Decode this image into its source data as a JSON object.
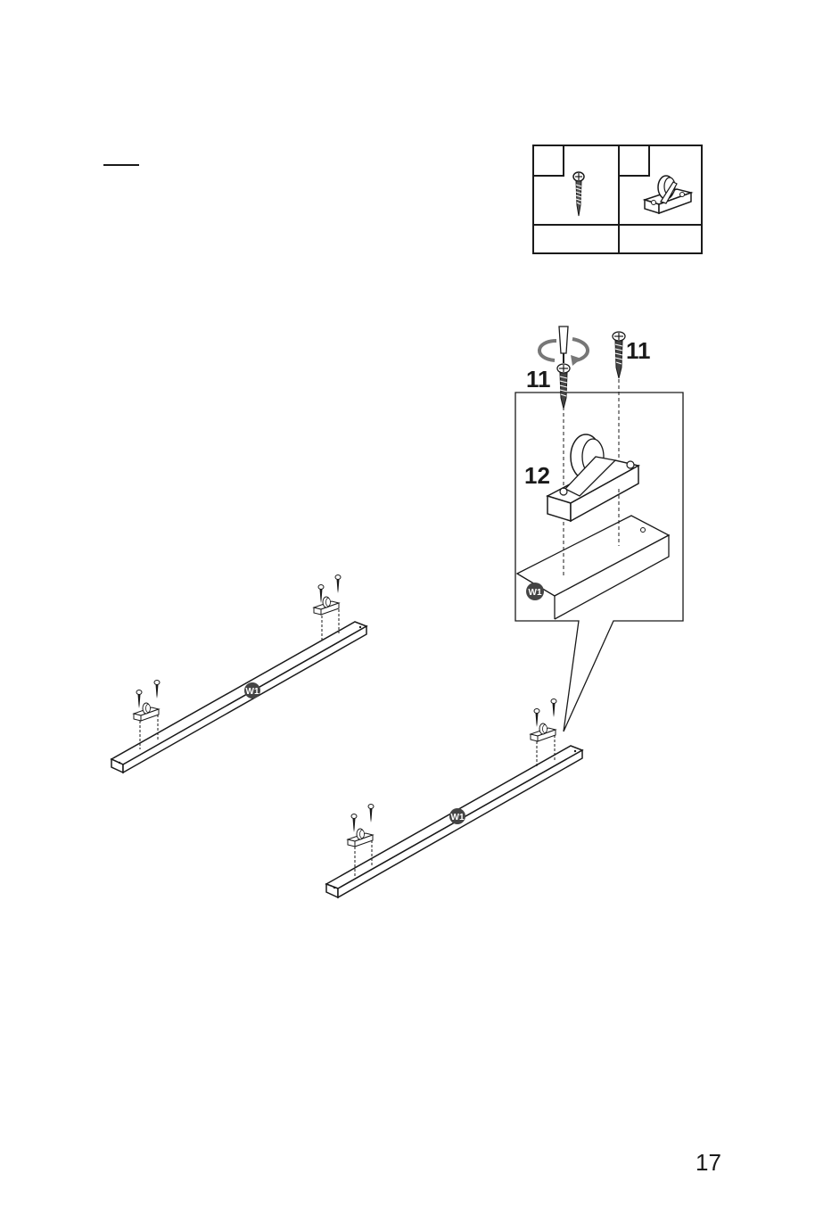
{
  "parts_table": {
    "screw": {
      "tag": "",
      "qty": ""
    },
    "wheel": {
      "tag": "",
      "qty": ""
    }
  },
  "callouts": {
    "screw_right": "11",
    "screw_left": "11",
    "wheel": "12",
    "board_badge": "W1"
  },
  "boards": [
    {
      "badge": "W1"
    },
    {
      "badge": "W1"
    }
  ],
  "icons": {
    "screw": "screw-icon",
    "wheel": "wheel-bracket-icon",
    "rotate": "rotate-arrow-icon",
    "screwdriver": "screwdriver-icon"
  },
  "page_number": "17"
}
